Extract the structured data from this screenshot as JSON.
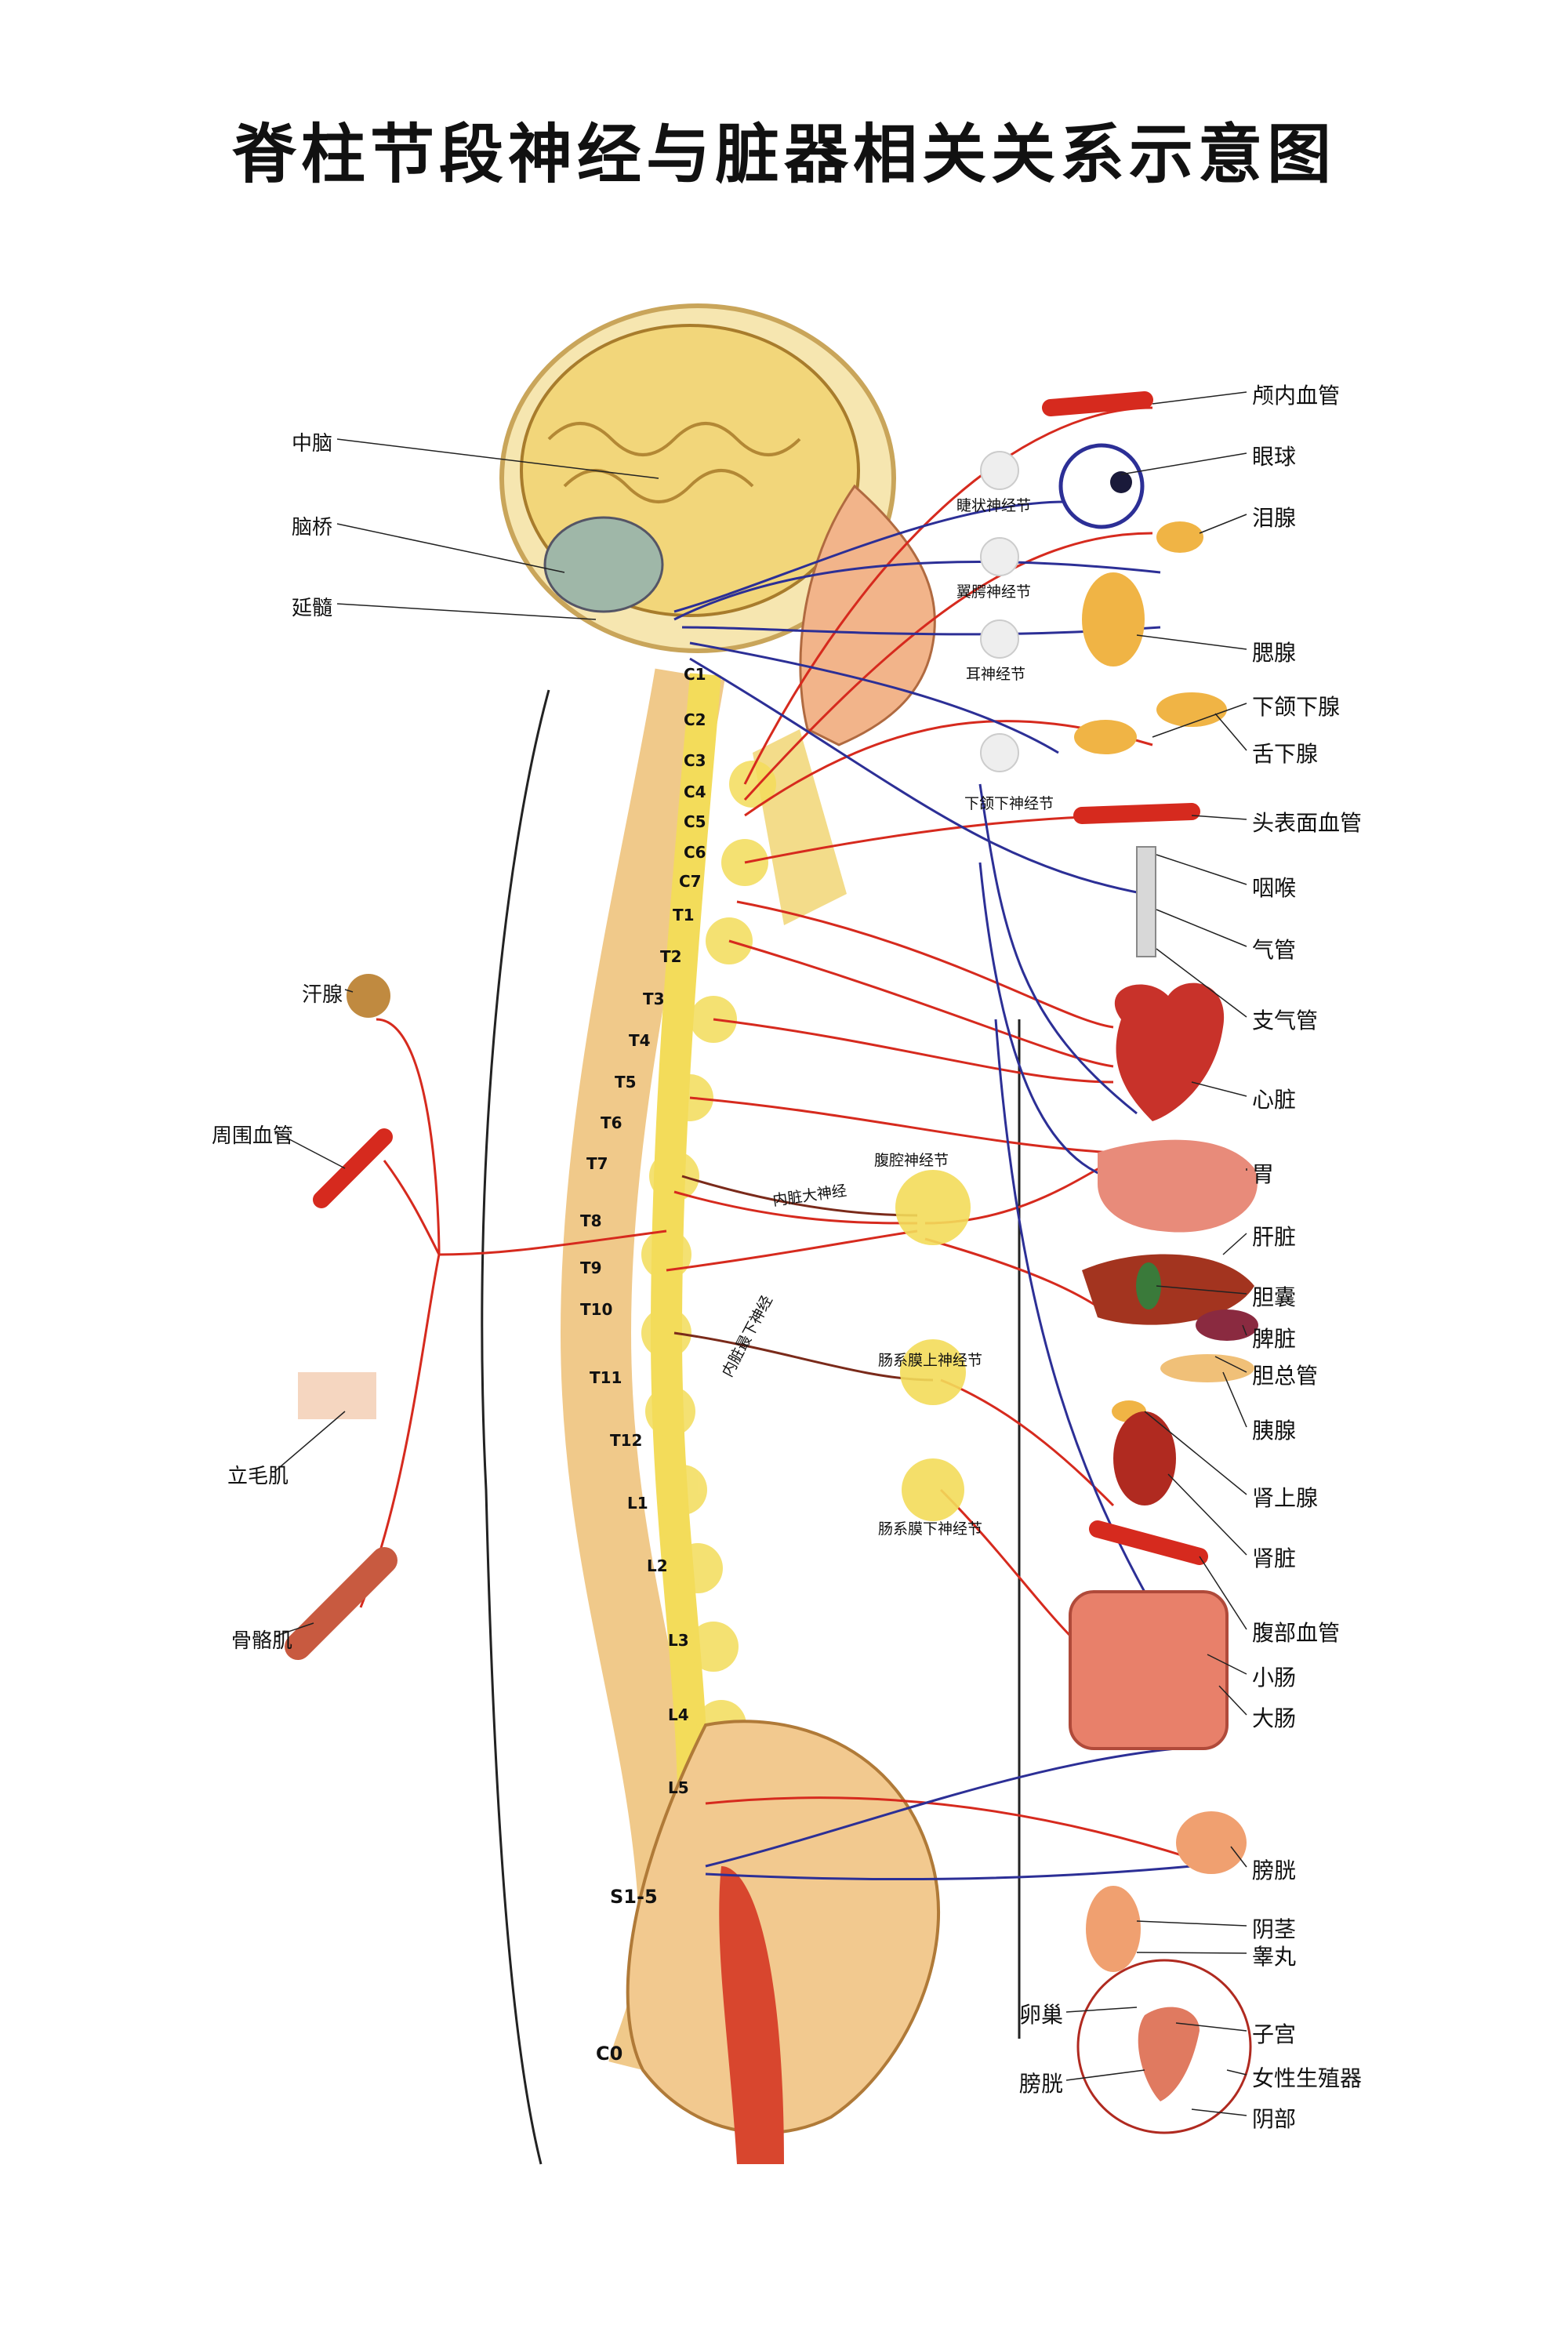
{
  "title": "脊柱节段神经与脏器相关关系示意图",
  "brain_labels": [
    "中脑",
    "脑桥",
    "延髓"
  ],
  "peripheral_labels": [
    "汗腺",
    "周围血管",
    "立毛肌",
    "骨骼肌"
  ],
  "ganglia": [
    "睫状神经节",
    "翼腭神经节",
    "耳神经节",
    "下颌下神经节",
    "腹腔神经节",
    "肠系膜上神经节",
    "肠系膜下神经节"
  ],
  "nerves": [
    "内脏大神经",
    "内脏最下神经"
  ],
  "vertebrae": [
    "C1",
    "C2",
    "C3",
    "C4",
    "C5",
    "C6",
    "C7",
    "T1",
    "T2",
    "T3",
    "T4",
    "T5",
    "T6",
    "T7",
    "T8",
    "T9",
    "T10",
    "T11",
    "T12",
    "L1",
    "L2",
    "L3",
    "L4",
    "L5",
    "S1-5",
    "C0"
  ],
  "organs": [
    "颅内血管",
    "眼球",
    "泪腺",
    "腮腺",
    "下颌下腺",
    "舌下腺",
    "头表面血管",
    "咽喉",
    "气管",
    "支气管",
    "心脏",
    "胃",
    "肝脏",
    "胆囊",
    "脾脏",
    "胆总管",
    "胰腺",
    "肾上腺",
    "肾脏",
    "腹部血管",
    "小肠",
    "大肠",
    "膀胱",
    "阴茎",
    "睾丸",
    "子宫",
    "女性生殖器",
    "阴部"
  ],
  "reproductive_left": [
    "卵巢",
    "膀胱"
  ],
  "colors": {
    "sympathetic": "#d62a1e",
    "parasympathetic": "#2c2f96",
    "spine_bone": "#f0c98a",
    "ganglion": "#f3dc5a",
    "background": "#ffffff"
  }
}
